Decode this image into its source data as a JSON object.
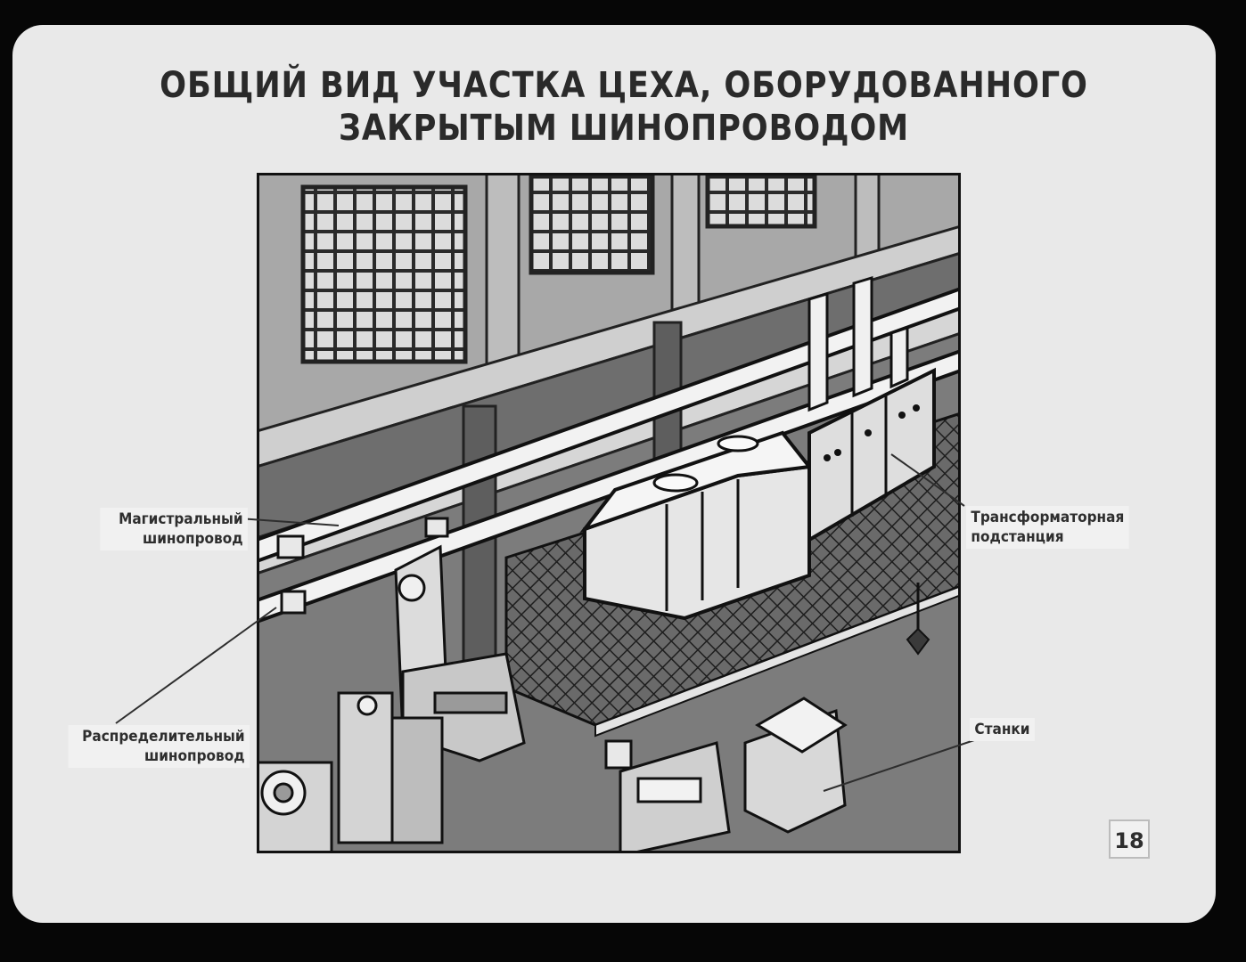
{
  "slide": {
    "title_lines": [
      "ОБЩИЙ ВИД УЧАСТКА ЦЕХА, ОБОРУДОВАННОГО",
      "ЗАКРЫТЫМ ШИНОПРОВОДОМ"
    ],
    "page_number": "18"
  },
  "labels": {
    "main_busway": [
      "Магистральный",
      "шинопровод"
    ],
    "distribution_busway": [
      "Распределительный",
      "шинопровод"
    ],
    "transformer_substation": [
      "Трансформаторная",
      "подстанция"
    ],
    "machines": "Станки"
  },
  "illustration": {
    "subject": "Workshop section with enclosed busway",
    "icon": "factory-illustration"
  },
  "colors": {
    "film_border": "#060606",
    "slide_background": "#e9e9e9",
    "ink": "#2a2a2a",
    "wall": "#8c8c8c",
    "floor": "#7a7a7a",
    "equipment": "#d8d8d8"
  }
}
